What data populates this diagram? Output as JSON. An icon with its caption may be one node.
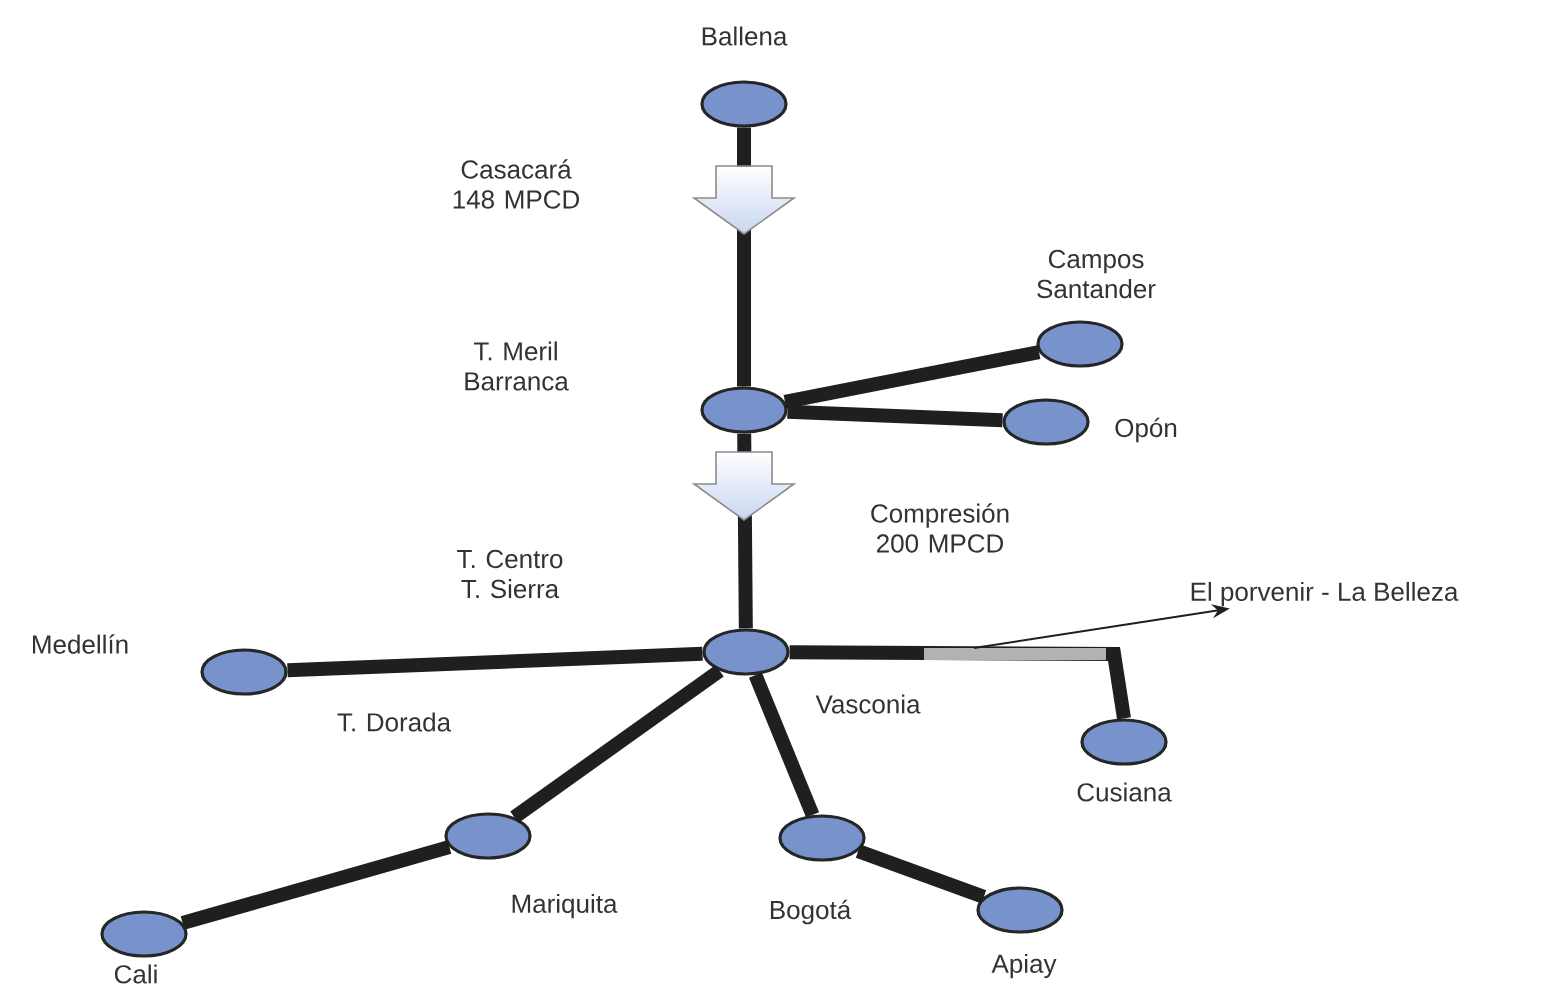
{
  "diagram": {
    "nodes": [
      {
        "text": [
          "Ballena"
        ]
      },
      {
        "text": [
          "Campos Santander"
        ]
      },
      {
        "text": [],
        "shape": "circle"
      },
      {
        "text": [
          "Opón"
        ]
      },
      {
        "text": [
          "Vasconia"
        ]
      },
      {
        "text": [
          "El porvenir - La Belleza"
        ]
      },
      {
        "text": [
          "Medellín"
        ]
      },
      {
        "text": [
          "Cusiana"
        ]
      },
      {
        "text": [
          "Mariquita"
        ]
      },
      {
        "text": [
          "Bogotá"
        ]
      },
      {
        "text": [
          "Apiay"
        ]
      },
      {
        "text": [
          "Cali"
        ]
      }
    ],
    "edges": [
      {
        "from": 0,
        "to": 2,
        "arrow": "none"
      },
      {
        "from": 2,
        "to": 1,
        "arrow": "none"
      },
      {
        "from": 2,
        "to": 3,
        "arrow": "none"
      },
      {
        "from": 2,
        "to": 4,
        "arrow": "none"
      },
      {
        "from": 4,
        "to": 6,
        "arrow": "none"
      },
      {
        "from": 4,
        "to": 7,
        "arrow": "none"
      },
      {
        "from": 4,
        "to": 8,
        "arrow": "none"
      },
      {
        "from": 8,
        "to": 11,
        "arrow": "none"
      },
      {
        "from": 4,
        "to": 9,
        "arrow": "none"
      },
      {
        "from": 9,
        "to": 10,
        "arrow": "none"
      },
      {
        "from": null,
        "to": 5,
        "arrow": "to"
      }
    ],
    "labels": [
      "Casacará 148 MPCD",
      "T. Meril Barranca",
      "Compresión 200 MPCD",
      "T. Centro T. Sierra",
      "T. Dorada"
    ]
  }
}
